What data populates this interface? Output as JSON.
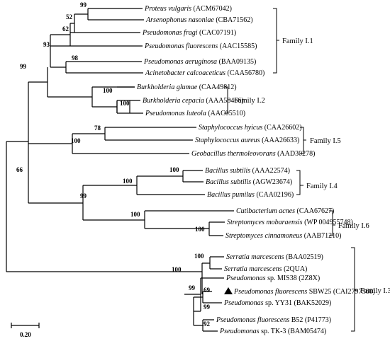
{
  "taxa": [
    {
      "species": "Proteus vulgaris",
      "accession": "(ACM67042)"
    },
    {
      "species": "Arsenophonus nasoniae",
      "accession": "(CBA71562)"
    },
    {
      "species": "Pseudomonas fragi",
      "accession": "(CAC07191)"
    },
    {
      "species": "Pseudomonas fluorescens",
      "accession": "(AAC15585)"
    },
    {
      "species": "Pseudomonas aeruginosa",
      "accession": "(BAA09135)"
    },
    {
      "species": "Acinetobacter calcoaceticus",
      "accession": "(CAA56780)"
    },
    {
      "species": "Burkholderia glumae",
      "accession": "(CAA49812)"
    },
    {
      "species": "Burkholderia cepacia",
      "accession": "(AAA50466)"
    },
    {
      "species": "Pseudomonas luteola",
      "accession": "(AAC05510)"
    },
    {
      "species": "Staphylococcus hyicus",
      "accession": "(CAA26602)"
    },
    {
      "species": "Staphylococcus aureus",
      "accession": "(AAA26633)"
    },
    {
      "species": "Geobacillus thermoleovorans",
      "accession": "(AAD30278)"
    },
    {
      "species": "Bacillus subtilis",
      "accession": "(AAA22574)"
    },
    {
      "species": "Bacillus subtilis",
      "accession": "(AGW23674)"
    },
    {
      "species": "Bacillus pumilus",
      "accession": "(CAA02196)"
    },
    {
      "species": "Cutibacterium acnes",
      "accession": "(CAA67627)"
    },
    {
      "species": "Streptomyces mobaraensis",
      "accession": "(WP 004955748)"
    },
    {
      "species": "Streptomyces cinnamoneus",
      "accession": "(AAB71210)"
    },
    {
      "species": "Serratia marcescens",
      "accession": "(BAA02519)"
    },
    {
      "species": "Serratia marcescens",
      "accession": "(2QUA)"
    },
    {
      "species": "Pseudomonas",
      "rest": " sp. MIS38 (2Z8X)"
    },
    {
      "species": "Pseudomonas fluorescens",
      "rest": " SBW25 (CAI2797360)"
    },
    {
      "species": "Pseudomonas",
      "rest": " sp. YY31 (BAK52029)"
    },
    {
      "species": "Pseudomonas fluorescens",
      "rest": " B52 (P41773)"
    },
    {
      "species": "Pseudomonas",
      "rest": " sp. TK-3 (BAM05474)"
    }
  ],
  "bootstrap": [
    "99",
    "52",
    "62",
    "93",
    "98",
    "99",
    "100",
    "100",
    "78",
    "100",
    "66",
    "100",
    "100",
    "99",
    "100",
    "100",
    "100",
    "100",
    "99",
    "69",
    "99",
    "92"
  ],
  "families": [
    "Family I.1",
    "Family I.2",
    "Family I.5",
    "Family I.4",
    "Family I.6",
    "Family I.3"
  ],
  "scale_label": "0.20",
  "highlight_marker": "filled-triangle",
  "colors": {
    "line": "#000000",
    "background": "#ffffff"
  }
}
